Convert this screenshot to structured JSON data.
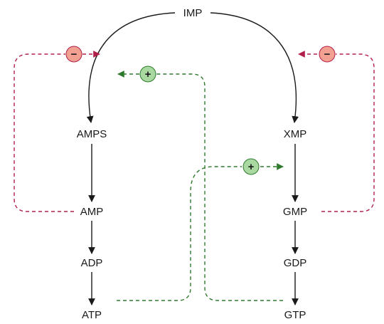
{
  "nodes": {
    "imp": "IMP",
    "amps": "AMPS",
    "amp": "AMP",
    "adp": "ADP",
    "atp": "ATP",
    "xmp": "XMP",
    "gmp": "GMP",
    "gdp": "GDP",
    "gtp": "GTP"
  },
  "regulators": {
    "inhibit_left": "−",
    "inhibit_right": "−",
    "activate_left": "+",
    "activate_right": "+"
  },
  "colors": {
    "inhibition": "#b0204a",
    "inhibition_fill": "#f2a092",
    "activation": "#2f7a2f",
    "activation_fill": "#a9d8a0",
    "arrow": "#1a1a1a"
  }
}
